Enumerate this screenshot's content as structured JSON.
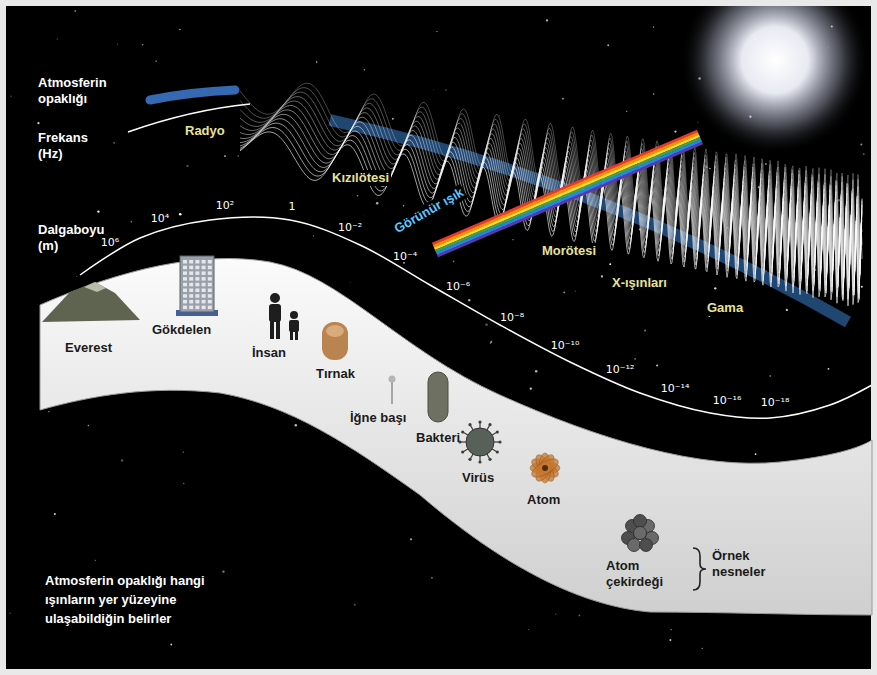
{
  "diagram": {
    "nodes": [
      {
        "text": [
          "Everest",
          "Gökdelen",
          "İnsan",
          "Tırnak",
          "İğne başı",
          "Bakteri",
          "Virüs",
          "Atom",
          "Atom çekirdeği",
          "Örnek nesneler"
        ]
      }
    ],
    "labels": [
      "Atmosferin opaklığı",
      "Frekans (Hz)",
      "Dalgaboyu (m)",
      "Radyo",
      "Kızılötesi",
      "Görünür ışık",
      "Morötesi",
      "X-ışınları",
      "Gama",
      "10⁶",
      "10⁴",
      "10²",
      "1",
      "10⁻²",
      "10⁻⁴",
      "10⁻⁶",
      "10⁻⁸",
      "10⁻¹⁰",
      "10⁻¹²",
      "10⁻¹⁴",
      "10⁻¹⁶",
      "10⁻¹⁸",
      "Atmosferin opaklığı hangi ışınların yer yüzeyine ulaşabildiğin belirler"
    ]
  }
}
